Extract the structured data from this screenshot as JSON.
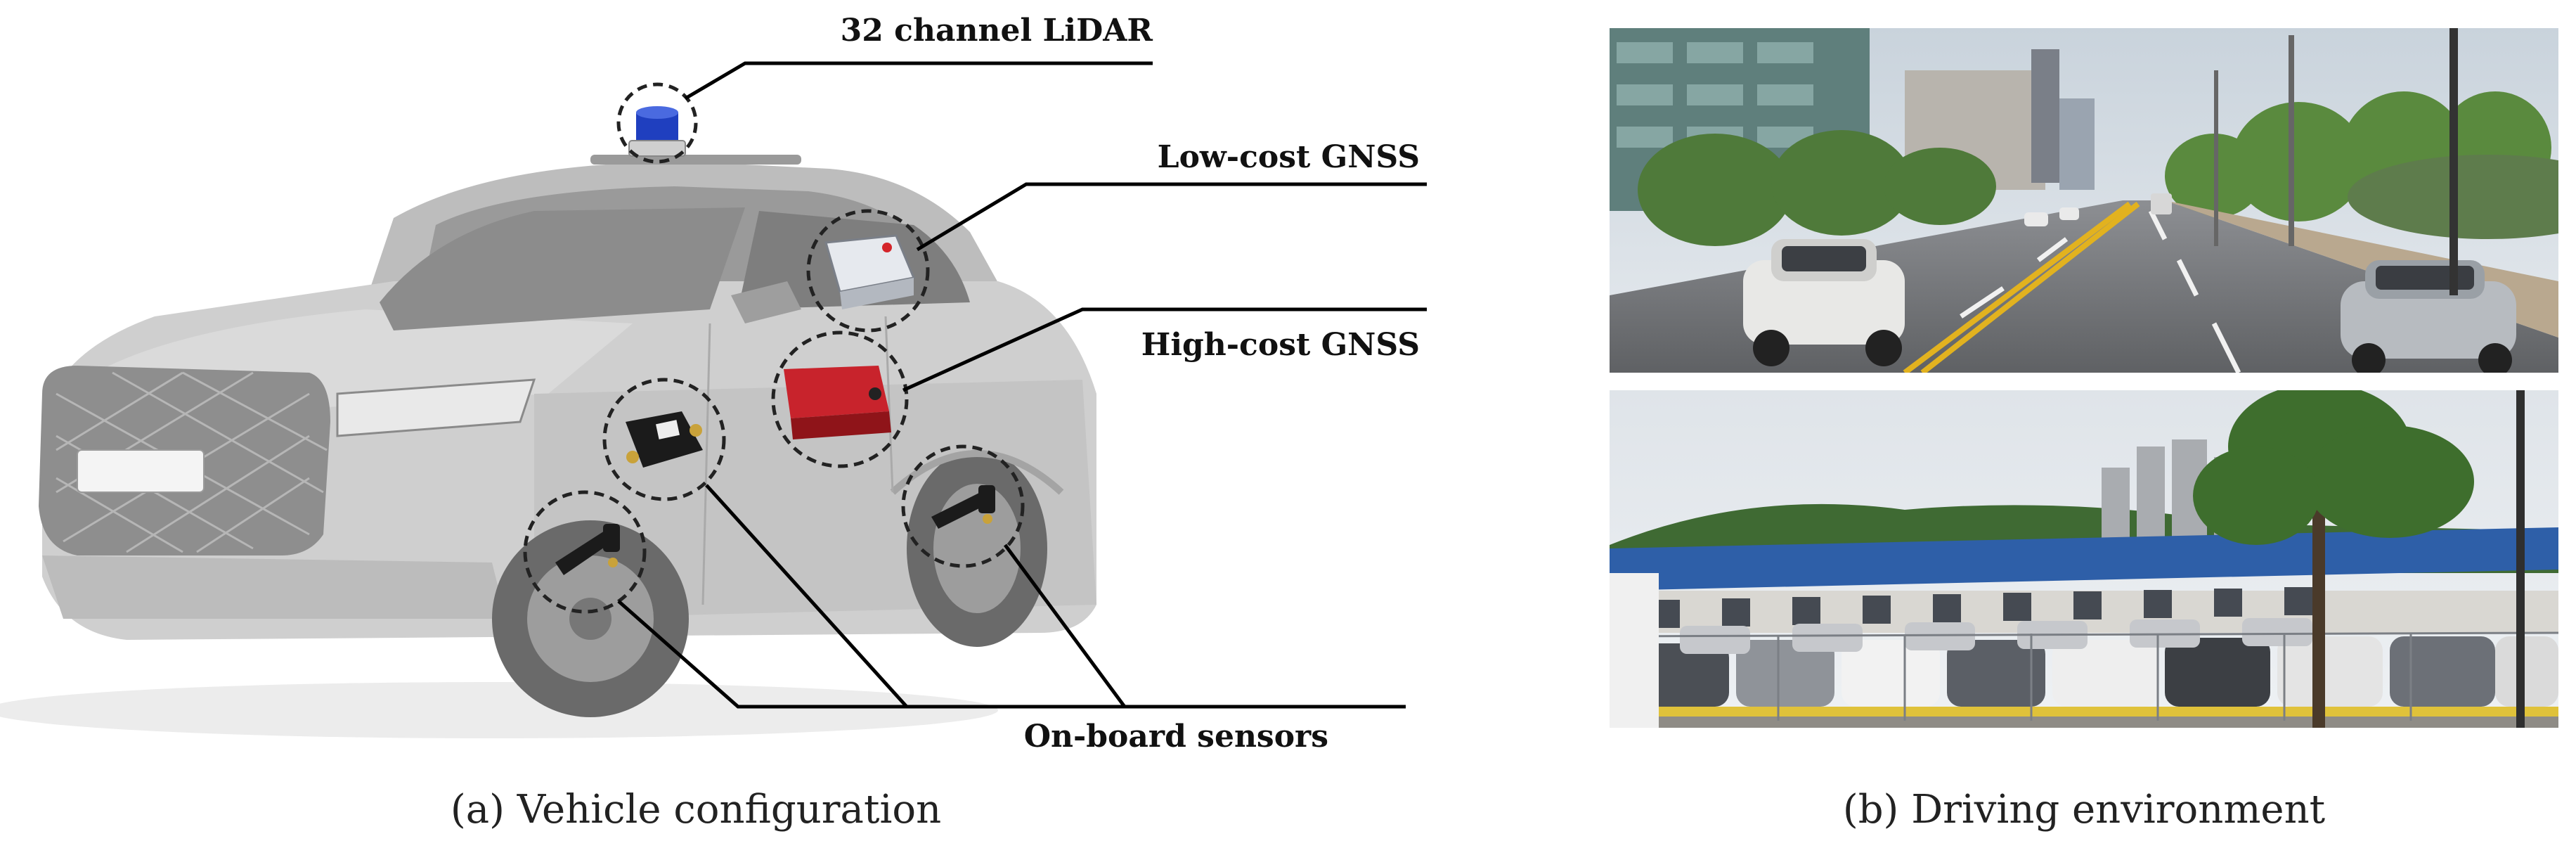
{
  "labels": {
    "lidar": "32 channel LiDAR",
    "low_gnss": "Low-cost GNSS",
    "high_gnss": "High-cost GNSS",
    "onboard": "On-board sensors"
  },
  "captions": {
    "a": "(a) Vehicle configuration",
    "b": "(b) Driving environment"
  },
  "colors": {
    "lidar_blue": "#1f3fbf",
    "high_gnss_red": "#c8232c",
    "parking_roof_blue": "#2e5fa8"
  }
}
